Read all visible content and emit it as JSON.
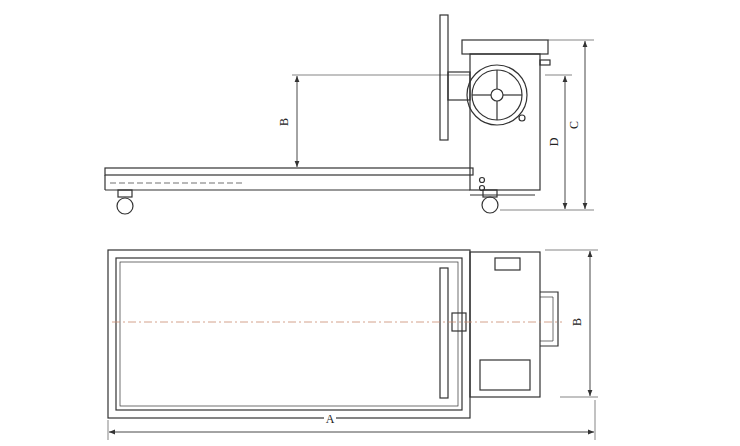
{
  "diagram": {
    "labels": [
      "B",
      "D",
      "C",
      "B",
      "A"
    ]
  }
}
